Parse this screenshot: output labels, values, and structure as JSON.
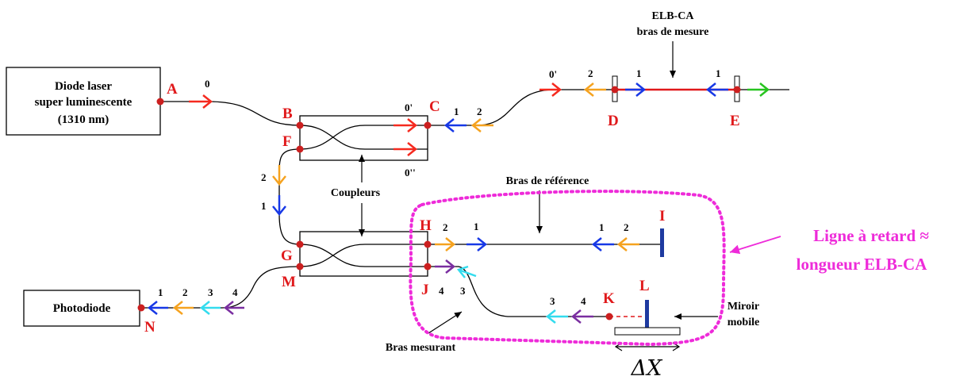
{
  "labels": {
    "source_line1": "Diode laser",
    "source_line2": "super luminescente",
    "source_line3": "(1310 nm)",
    "photodiode": "Photodiode",
    "elb_title": "ELB-CA",
    "elb_sub": "bras de mesure",
    "couplers": "Coupleurs",
    "reference_arm": "Bras de référence",
    "measuring_arm": "Bras mesurant",
    "mirror_line1": "Miroir",
    "mirror_line2": "mobile",
    "delay_line1": "Ligne à retard ≈",
    "delay_line2": "longueur ELB-CA",
    "delta_x": "ΔX"
  },
  "points": {
    "A": "A",
    "B": "B",
    "C": "C",
    "D": "D",
    "E": "E",
    "F": "F",
    "G": "G",
    "H": "H",
    "I": "I",
    "J": "J",
    "K": "K",
    "L": "L",
    "M": "M",
    "N": "N"
  },
  "beam_labels": {
    "zero_a": "0",
    "zero_prime_top": "0'",
    "zero_prime_fiber": "0'",
    "zero_dprime": "0''",
    "c_1": "1",
    "c_2": "2",
    "d_2": "2",
    "d_1": "1",
    "e_1": "1",
    "f_2": "2",
    "f_1": "1",
    "h_2": "2",
    "h_1": "1",
    "i_1": "1",
    "i_2": "2",
    "j_4": "4",
    "j_3": "3",
    "k_3": "3",
    "k_4": "4",
    "n_1": "1",
    "n_2": "2",
    "n_3": "3",
    "n_4": "4"
  },
  "colors": {
    "beam0": "#f52a1f",
    "beam1": "#1738e6",
    "beam2": "#f5a21f",
    "beam3": "#33dcee",
    "beam4": "#7a2ea0",
    "exit": "#27c41f",
    "point": "#cc1f1f",
    "delay_line": "#ee2bd9"
  }
}
